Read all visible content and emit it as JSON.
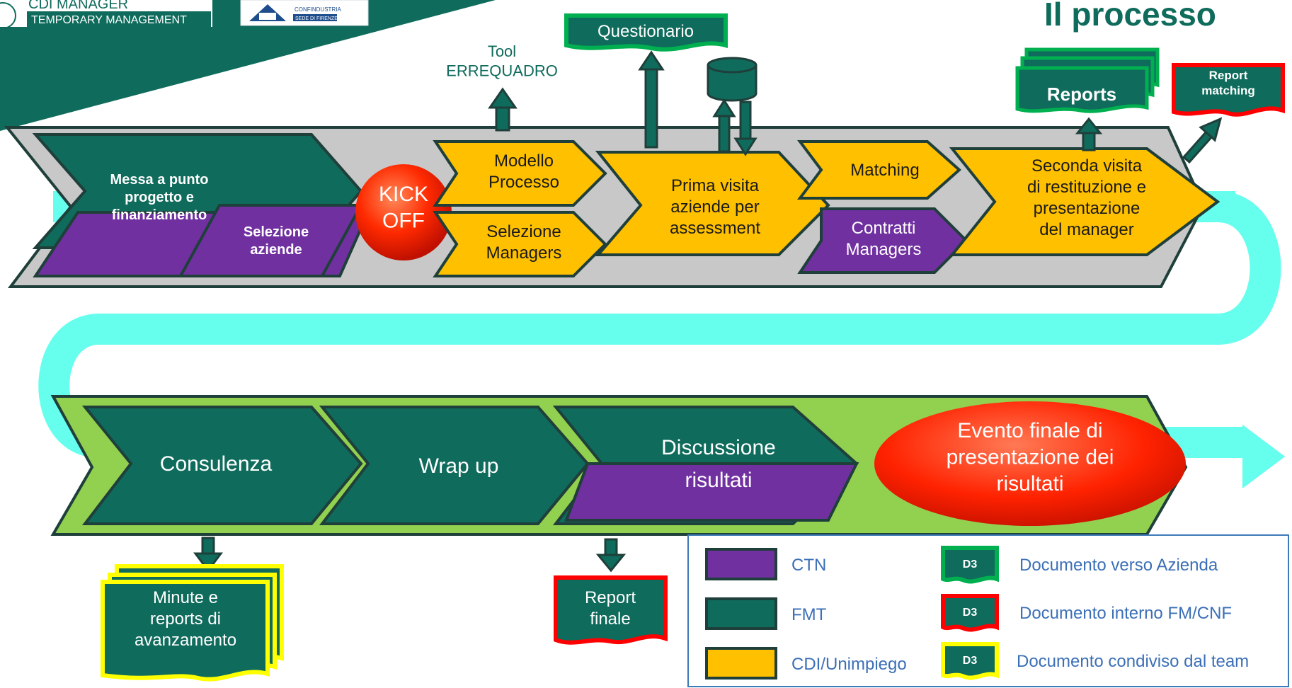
{
  "page_title": "Il processo",
  "logos": {
    "left": "TEMPORARY MANAGEMENT",
    "left_upper": "CDI MANAGER",
    "right_small": "CONFINDUSTRIA",
    "right_bar": "SEDE DI FIRENZE"
  },
  "colors": {
    "ctn": "#7030a0",
    "fmt": "#0f6b5c",
    "cdi": "#ffc000",
    "band_top": "#c0c0c0",
    "band_bottom": "#92d050",
    "flow_arrow": "#66ffee",
    "kickoff": "#ff2a00",
    "doc_azienda_border": "#00b050",
    "doc_interno_border": "#ff0000",
    "doc_condiviso_border": "#ffff00",
    "title": "#0f6b5c"
  },
  "outputs_top": {
    "tool": "Tool\nERREQUADRO",
    "questionario": "Questionario",
    "reports": "Reports",
    "report_matching": "Report\nmatching"
  },
  "phase1": {
    "messa_a_punto": "Messa a punto\nprogetto e\nfinanziamento",
    "selezione_aziende": "Selezione\naziende",
    "kickoff": "KICK\nOFF",
    "modello_processo": "Modello\nProcesso",
    "selezione_managers": "Selezione\nManagers",
    "prima_visita": "Prima visita\naziende per\nassessment",
    "matching": "Matching",
    "contratti_managers": "Contratti\nManagers",
    "seconda_visita": "Seconda visita\ndi restituzione e\npresentazione\ndel manager"
  },
  "phase2": {
    "consulenza": "Consulenza",
    "wrap_up": "Wrap up",
    "discussione": "Discussione",
    "risultati": "risultati",
    "evento_finale": "Evento finale di\npresentazione dei\nrisultati"
  },
  "outputs_bottom": {
    "minute": "Minute e\nreports di\navanzamento",
    "report_finale": "Report\nfinale"
  },
  "legend": {
    "ctn": "CTN",
    "fmt": "FMT",
    "cdi": "CDI/Unimpiego",
    "doc_code": "D3",
    "doc_azienda": "Documento verso Azienda",
    "doc_interno": "Documento interno FM/CNF",
    "doc_condiviso": "Documento condiviso dal team"
  }
}
